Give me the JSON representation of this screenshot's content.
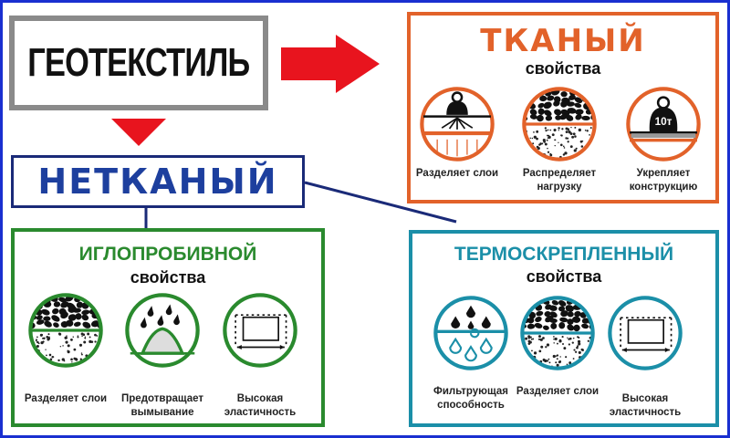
{
  "title": "ГЕОТЕКСТИЛЬ",
  "nonwoven": "НЕТКАНЫЙ",
  "colors": {
    "arrow": "#e8141e",
    "woven": "#e2622a",
    "needle": "#2a8a2e",
    "thermo": "#1b8fa8",
    "nonwoven": "#1d3f9e"
  },
  "woven": {
    "title": "ТКАНЫЙ",
    "subtitle": "свойства",
    "weight_label": "10т",
    "items": [
      {
        "icon": "weight-separate-icon",
        "label": "Разделяет слои"
      },
      {
        "icon": "gravel-layers-icon",
        "label": "Распределяет нагрузку"
      },
      {
        "icon": "weight-10t-icon",
        "label": "Укрепляет конструкцию"
      }
    ]
  },
  "needle": {
    "title": "ИГЛОПРОБИВНОЙ",
    "subtitle": "свойства",
    "items": [
      {
        "icon": "gravel-layers-icon",
        "label": "Разделяет слои"
      },
      {
        "icon": "rain-mound-icon",
        "label": "Предотвращает вымывание"
      },
      {
        "icon": "elastic-rect-icon",
        "label": "Высокая эластичность"
      }
    ]
  },
  "thermo": {
    "title": "ТЕРМОСКРЕПЛЕННЫЙ",
    "subtitle": "свойства",
    "items": [
      {
        "icon": "filter-drops-icon",
        "label": "Фильтрующая способность"
      },
      {
        "icon": "gravel-layers-icon",
        "label": "Разделяет слои"
      },
      {
        "icon": "elastic-rect-icon",
        "label": "Высокая эластичность"
      }
    ]
  }
}
